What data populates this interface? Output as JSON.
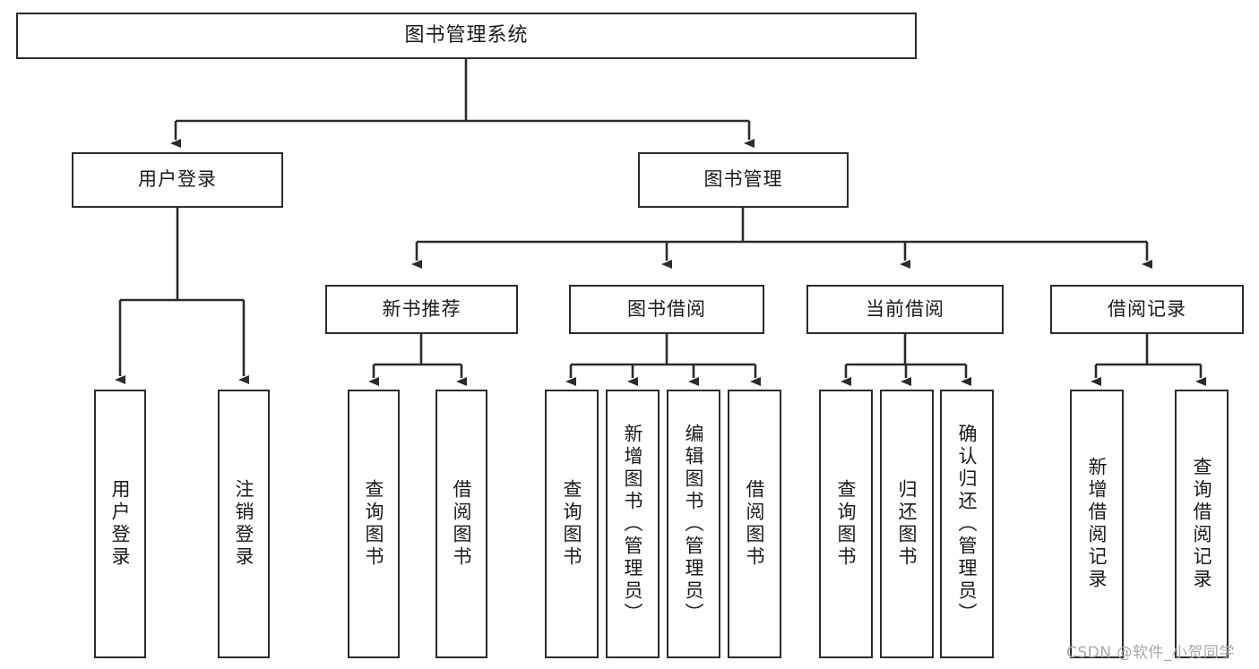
{
  "diagram": {
    "type": "tree-hierarchy",
    "title": "图书管理系统",
    "root": {
      "label": "图书管理系统",
      "id": "root"
    },
    "level2": [
      {
        "id": "user-login",
        "label": "用户登录"
      },
      {
        "id": "book-manage",
        "label": "图书管理"
      }
    ],
    "level3": [
      {
        "id": "new-book-recommend",
        "label": "新书推荐",
        "parent": "book-manage"
      },
      {
        "id": "book-borrow",
        "label": "图书借阅",
        "parent": "book-manage"
      },
      {
        "id": "current-borrow",
        "label": "当前借阅",
        "parent": "book-manage"
      },
      {
        "id": "borrow-record",
        "label": "借阅记录",
        "parent": "book-manage"
      }
    ],
    "leaves": [
      {
        "id": "leaf-user-login",
        "label": "用户登录",
        "parent": "user-login"
      },
      {
        "id": "leaf-logout-login",
        "label": "注销登录",
        "parent": "user-login"
      },
      {
        "id": "leaf-query-book-1",
        "label": "查询图书",
        "parent": "new-book-recommend"
      },
      {
        "id": "leaf-borrow-book-1",
        "label": "借阅图书",
        "parent": "new-book-recommend"
      },
      {
        "id": "leaf-query-book-2",
        "label": "查询图书",
        "parent": "book-borrow"
      },
      {
        "id": "leaf-add-book",
        "label": "新增图书（管理员）",
        "parent": "book-borrow"
      },
      {
        "id": "leaf-edit-book",
        "label": "编辑图书（管理员）",
        "parent": "book-borrow"
      },
      {
        "id": "leaf-borrow-book-2",
        "label": "借阅图书",
        "parent": "book-borrow"
      },
      {
        "id": "leaf-query-book-3",
        "label": "查询图书",
        "parent": "current-borrow"
      },
      {
        "id": "leaf-return-book",
        "label": "归还图书",
        "parent": "current-borrow"
      },
      {
        "id": "leaf-confirm-return",
        "label": "确认归还（管理员）",
        "parent": "current-borrow"
      },
      {
        "id": "leaf-add-record",
        "label": "新增借阅记录",
        "parent": "borrow-record"
      },
      {
        "id": "leaf-query-record",
        "label": "查询借阅记录",
        "parent": "borrow-record"
      }
    ]
  },
  "watermark": {
    "text": "CSDN @软件_小贺同学"
  },
  "colors": {
    "stroke": "#2b2b2b",
    "fill": "#ffffff",
    "text": "#1a1a1a",
    "watermark": "#a8a8a8"
  }
}
